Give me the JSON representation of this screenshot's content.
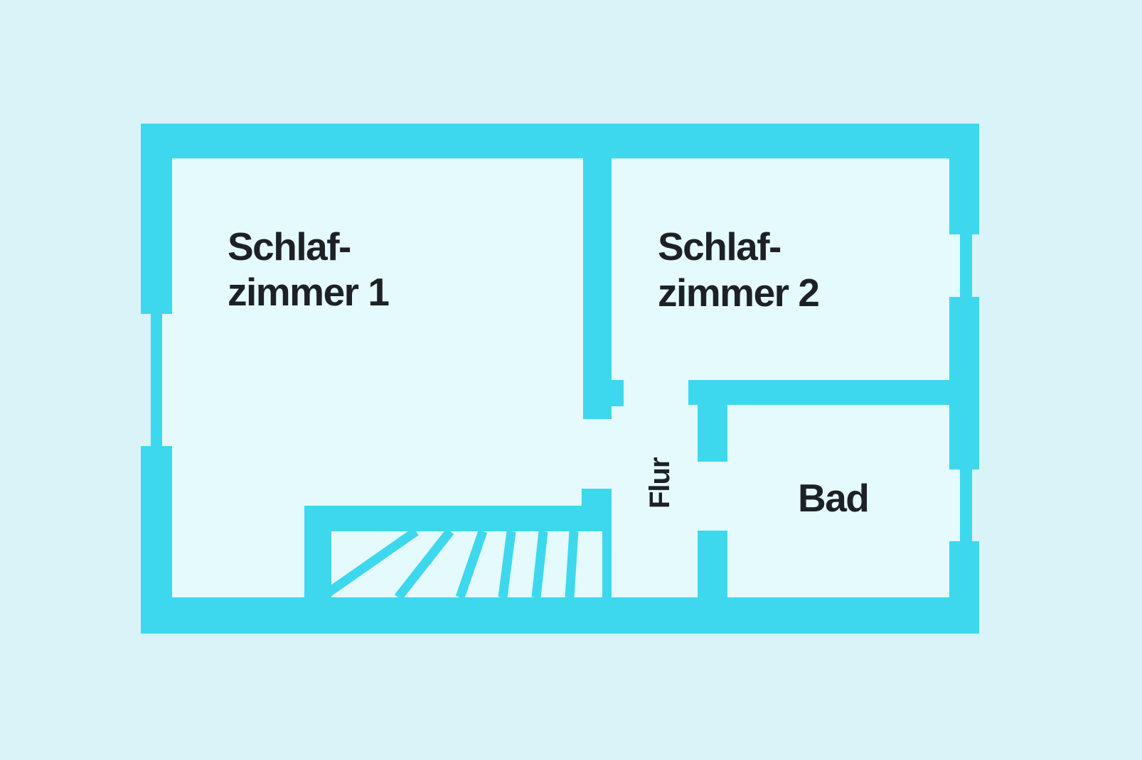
{
  "colors": {
    "wall": "#3dd8ed",
    "outside": "#d9f3f8",
    "floor": "#e4fafd",
    "label": "#1d2126"
  },
  "rooms": {
    "schlafzimmer1": {
      "line1": "Schlaf-",
      "line2": "zimmer 1"
    },
    "schlafzimmer2": {
      "line1": "Schlaf-",
      "line2": "zimmer 2"
    },
    "flur": {
      "label": "Flur"
    },
    "bad": {
      "label": "Bad"
    }
  },
  "features": {
    "stair_tread_count": 6,
    "window_count": 3,
    "door_opening_count": 3
  }
}
